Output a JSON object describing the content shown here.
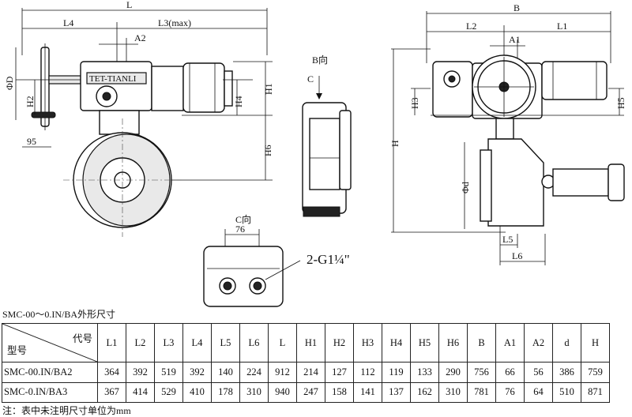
{
  "dims": {
    "L": "L",
    "L4": "L4",
    "L3max": "L3(max)",
    "A2": "A2",
    "phiD": "ΦD",
    "H2": "H2",
    "H4": "H4",
    "H1": "H1",
    "H6": "H6",
    "d95": "95",
    "B": "B",
    "L2": "L2",
    "L1": "L1",
    "A1": "A1",
    "H3": "H3",
    "H5": "H5",
    "H": "H",
    "phid": "Φd",
    "L5": "L5",
    "L6": "L6",
    "d76": "76",
    "thread": "2-G1¼\""
  },
  "views": {
    "b_dir": "B向",
    "c_label": "C",
    "c_dir": "C向"
  },
  "nameplate": "TET-TIANLI",
  "table": {
    "caption": "SMC-00～0.IN/BA外形尺寸",
    "corner_top": "代号",
    "corner_bottom": "型号",
    "columns": [
      "L1",
      "L2",
      "L3",
      "L4",
      "L5",
      "L6",
      "L",
      "H1",
      "H2",
      "H3",
      "H4",
      "H5",
      "H6",
      "B",
      "A1",
      "A2",
      "d",
      "H"
    ],
    "rows": [
      {
        "model": "SMC-00.IN/BA2",
        "values": [
          "364",
          "392",
          "519",
          "392",
          "140",
          "224",
          "912",
          "214",
          "127",
          "112",
          "119",
          "133",
          "290",
          "756",
          "66",
          "56",
          "386",
          "759"
        ]
      },
      {
        "model": "SMC-0.IN/BA3",
        "values": [
          "367",
          "414",
          "529",
          "410",
          "178",
          "310",
          "940",
          "247",
          "158",
          "141",
          "137",
          "162",
          "310",
          "781",
          "76",
          "64",
          "510",
          "871"
        ]
      }
    ],
    "note": "注：表中未注明尺寸单位为mm"
  }
}
